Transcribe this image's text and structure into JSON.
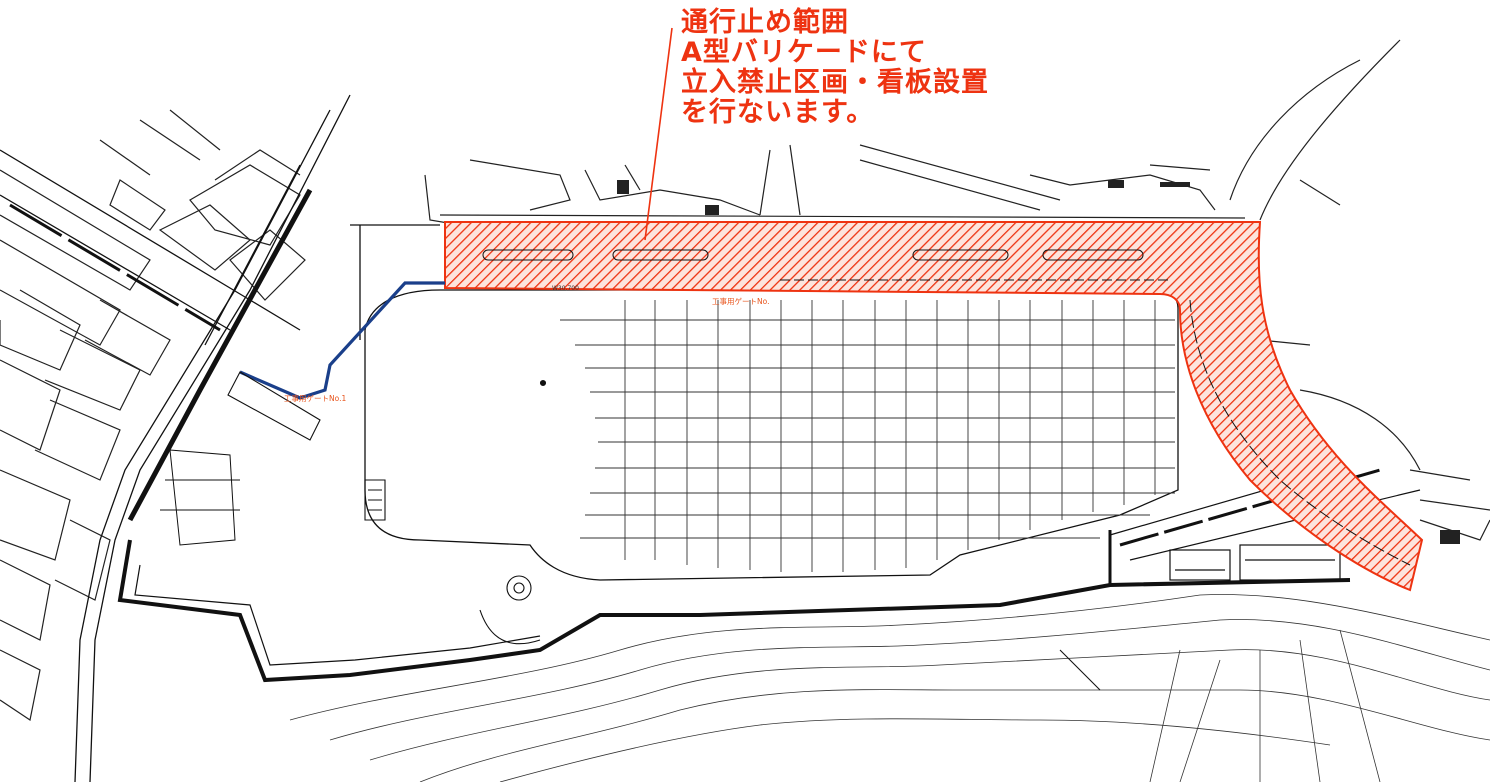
{
  "notice": {
    "line1": "通行止め範囲",
    "line2": "A型バリケードにて",
    "line3": "立入禁止区画・看板設置",
    "line4": "を行ないます。"
  },
  "labels": {
    "gate1": "工事用ゲートNo.1",
    "gate2": "工事用ゲートNo.",
    "dimension": "W30,700"
  },
  "colors": {
    "closure_hatch": "#ee3311",
    "route_line": "#1a3f8a",
    "drawing_line": "#111111"
  },
  "icons": {
    "closure_area": "hatched-closure-zone",
    "construction_route": "blue-route-line"
  }
}
